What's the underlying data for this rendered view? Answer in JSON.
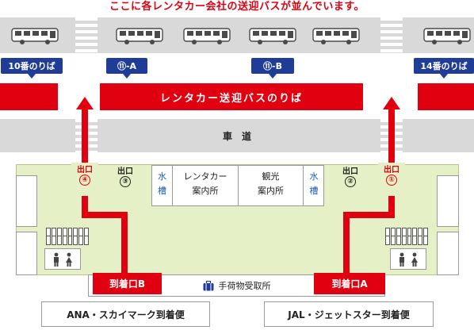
{
  "caption": "ここに各レンタカー会社の送迎バスが並んでいます。",
  "stop_tags": {
    "left": "10番のりば",
    "a": "⑪-A",
    "b": "⑪-B",
    "right": "14番のりば"
  },
  "pickup_bar": "レンタカー送迎バスのりば",
  "road": "車　道",
  "exits": {
    "exit4_label": "出口",
    "exit4_num": "④",
    "exit3_label": "出口",
    "exit3_num": "③",
    "exit2_label": "出口",
    "exit2_num": "②",
    "exit1_label": "出口",
    "exit1_num": "①"
  },
  "info": {
    "water_left_1": "水",
    "water_left_2": "槽",
    "rental_1": "レンタカー",
    "rental_2": "案内所",
    "tourism_1": "観光",
    "tourism_2": "案内所",
    "water_right_1": "水",
    "water_right_2": "槽"
  },
  "arrivals": {
    "b": "到着口B",
    "a": "到着口A"
  },
  "baggage": "手荷物受取所",
  "airlines": {
    "ana": "ANA・スカイマーク到着便",
    "jal": "JAL・ジェットスター到着便"
  },
  "colors": {
    "accent_red": "#e0000f",
    "tag_blue": "#1f3c96",
    "road_gray": "#d9d9d9",
    "terminal_green": "#e6f0c6",
    "water_blue": "#1a5fb4"
  }
}
